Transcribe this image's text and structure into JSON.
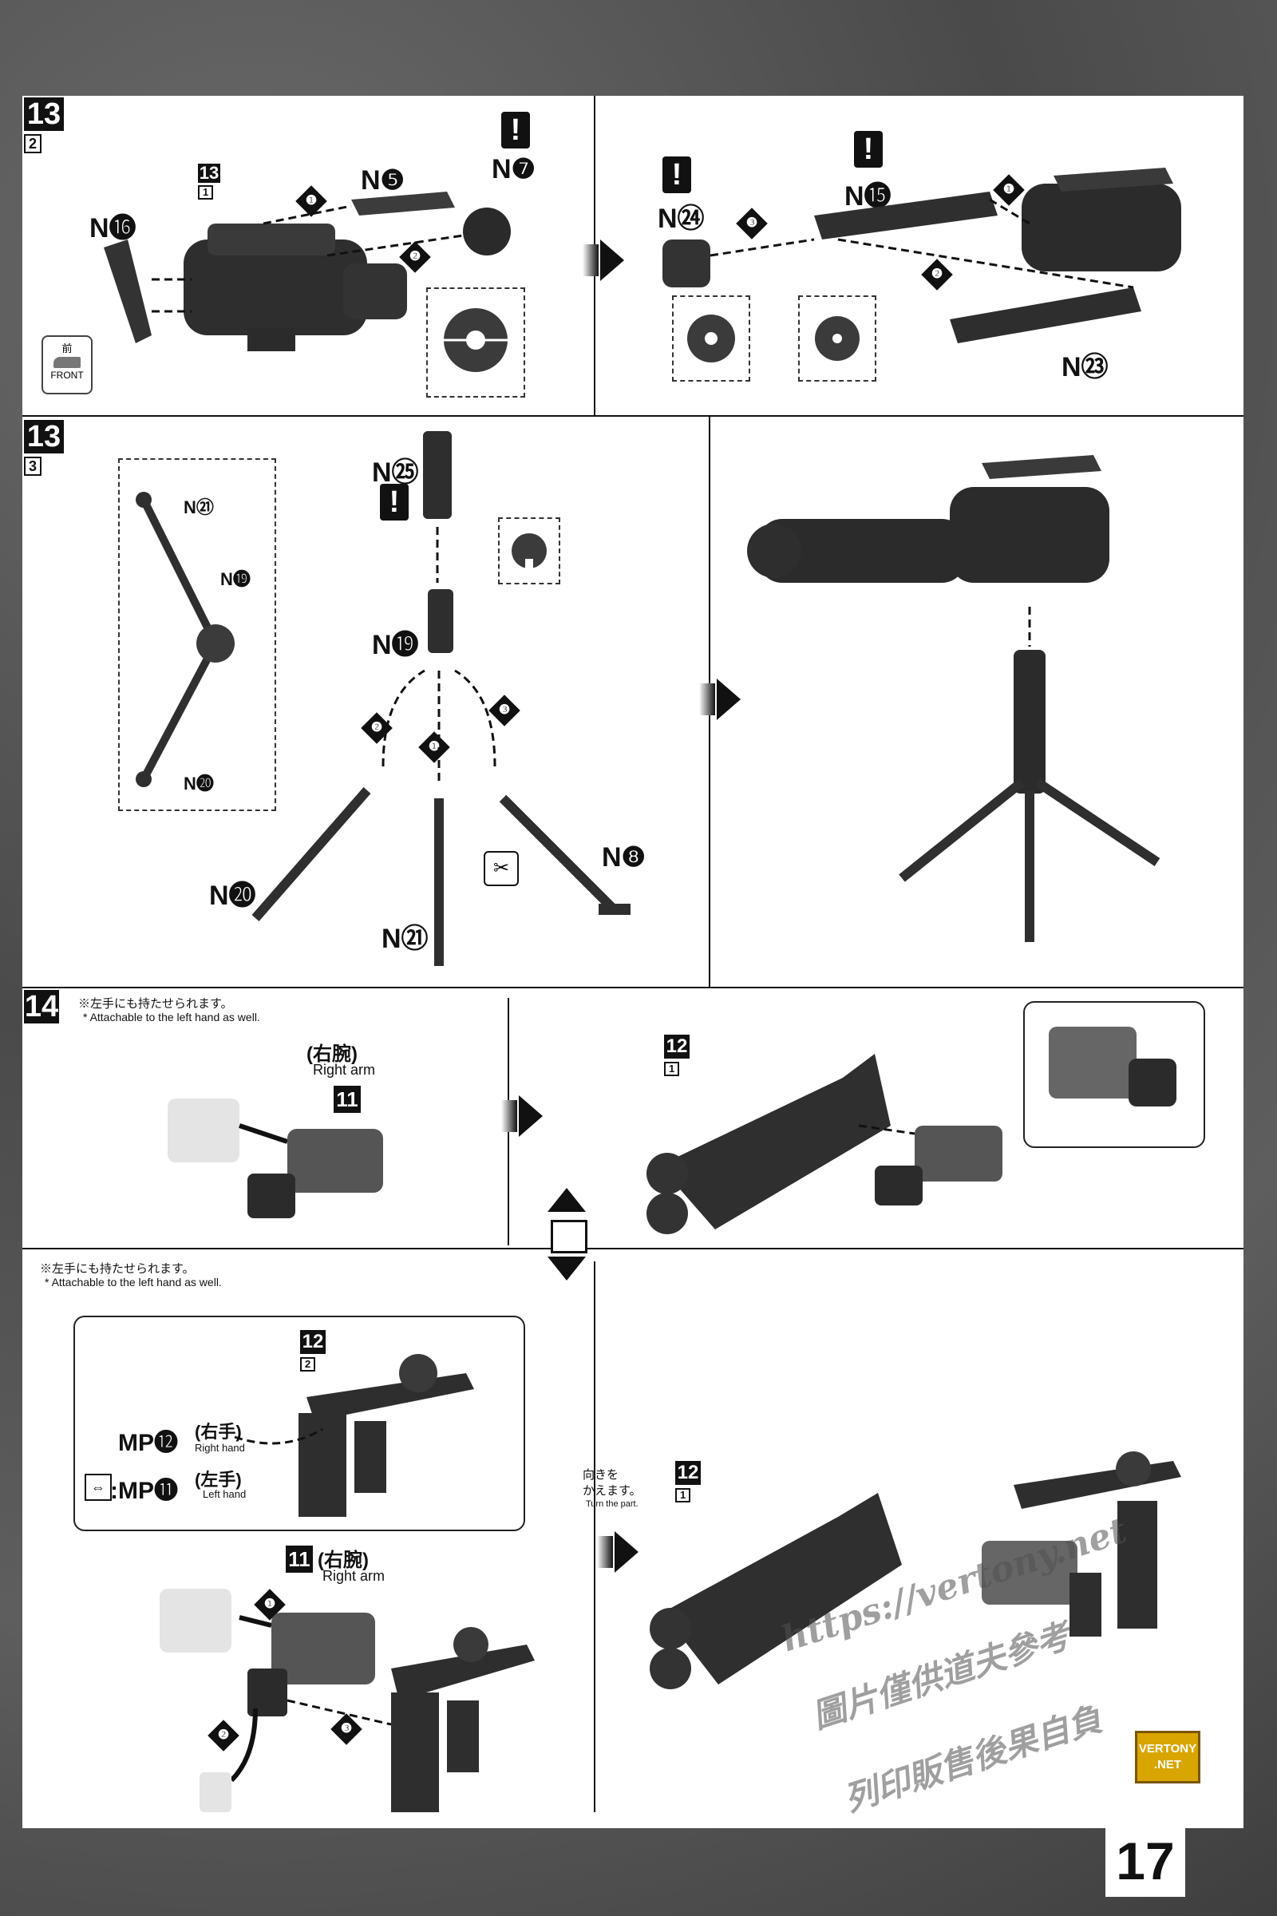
{
  "page": {
    "page_number": "17",
    "logo_text": "VERTONY .NET",
    "watermark": {
      "line1": "https://vertony.net",
      "line2": "圖片僅供道夫參考",
      "line3": "列印販售後果自負"
    }
  },
  "step13_2": {
    "step": "13",
    "sub": "2",
    "ref_step": "13",
    "ref_sub": "1",
    "front_label_jp": "前",
    "front_label": "FRONT",
    "parts": [
      "N⓰",
      "N❺",
      "N❼",
      "N㉔",
      "N⓯",
      "N㉓"
    ],
    "order": [
      "❶",
      "❷",
      "❸"
    ]
  },
  "step13_3": {
    "step": "13",
    "sub": "3",
    "parts": {
      "p25": "N㉕",
      "p19": "N⓳",
      "p20": "N⓴",
      "p21": "N㉑",
      "p8": "N❽",
      "inset21": "N㉑",
      "inset19": "N⓳",
      "inset20": "N⓴"
    },
    "order": [
      "❶",
      "❷",
      "❸"
    ]
  },
  "step14": {
    "step": "14",
    "note_jp": "※左手にも持たせられます。",
    "note_en": "* Attachable to the left hand as well.",
    "right_arm_jp": "(右腕)",
    "right_arm_en": "Right arm",
    "part11": "11",
    "part12": "12",
    "sub_12_1": "1",
    "sub_12_2": "2",
    "lower_note_jp": "※左手にも持たせられます。",
    "lower_note_en": "* Attachable to the left hand as well.",
    "mp12_label": "MP⓬",
    "mp12_jp": "(右手)",
    "mp12_en": "Right hand",
    "mp11_label": ":MP⓫",
    "mp11_jp": "(左手)",
    "mp11_en": "Left hand",
    "arm2_jp": "(右腕)",
    "arm2_en": "Right arm",
    "turn_jp1": "向きを",
    "turn_jp2": "かえます。",
    "turn_en": "Turn the part.",
    "order": [
      "❶",
      "❷",
      "❸"
    ]
  }
}
